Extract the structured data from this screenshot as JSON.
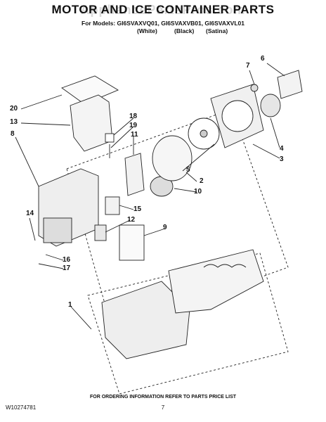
{
  "watermark": "AppliancePartsPros.com",
  "title": "MOTOR AND ICE CONTAINER PARTS",
  "models_line": "For Models: GI6SVAXVQ01, GI6SVAXVB01, GI6SVAXVL01",
  "variants": [
    "(White)",
    "(Black)",
    "(Satina)"
  ],
  "callouts": [
    "1",
    "2",
    "3",
    "4",
    "5",
    "6",
    "7",
    "8",
    "9",
    "10",
    "11",
    "12",
    "13",
    "14",
    "15",
    "16",
    "17",
    "18",
    "19",
    "20"
  ],
  "footer": "FOR ORDERING INFORMATION REFER TO PARTS PRICE LIST",
  "doc_number": "W10274781",
  "page_number": "7"
}
